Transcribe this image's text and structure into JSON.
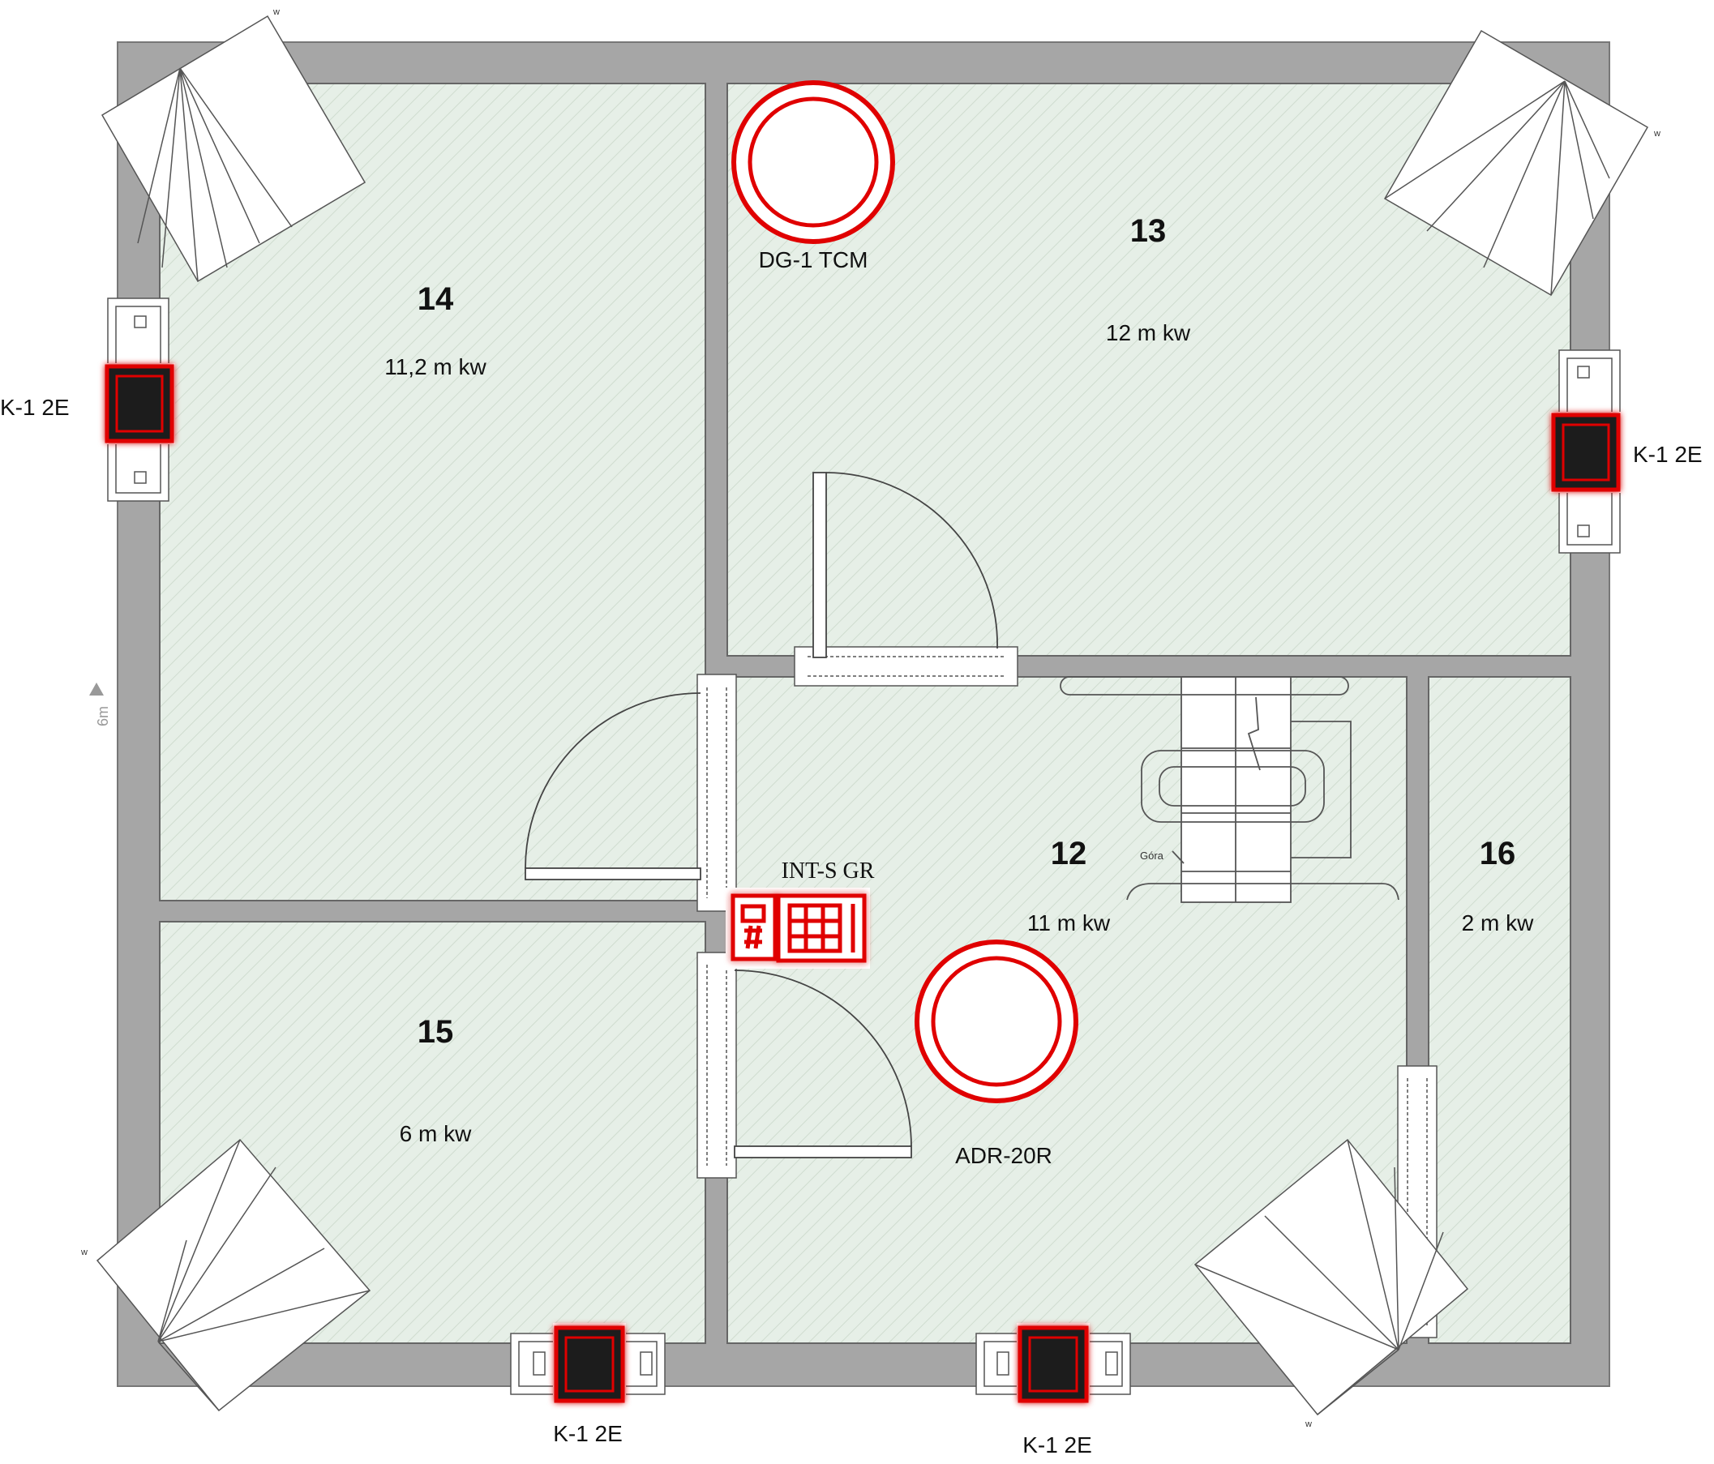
{
  "rooms": {
    "r14": {
      "number": "14",
      "area": "11,2 m kw"
    },
    "r13": {
      "number": "13",
      "area": "12 m kw"
    },
    "r12": {
      "number": "12",
      "area": "11 m kw"
    },
    "r16": {
      "number": "16",
      "area": "2 m kw"
    },
    "r15": {
      "number": "15",
      "area": "6 m kw"
    }
  },
  "devices": {
    "detector_top_label": "DG-1 TCM",
    "detector_hall_label": "ADR-20R",
    "keypad_label": "INT-S GR",
    "contact_left_label": "K-1 2E",
    "contact_right_label": "K-1 2E",
    "contact_bottom_left_label": "K-1 2E",
    "contact_bottom_right_label": "K-1 2E"
  },
  "annotations": {
    "stairs_label": "Góra",
    "scale_label": "6m"
  },
  "colors": {
    "wall": "#a6a6a6",
    "floor": "#e4ede6",
    "device_red": "#e00000",
    "device_dark": "#1a1a1a"
  }
}
